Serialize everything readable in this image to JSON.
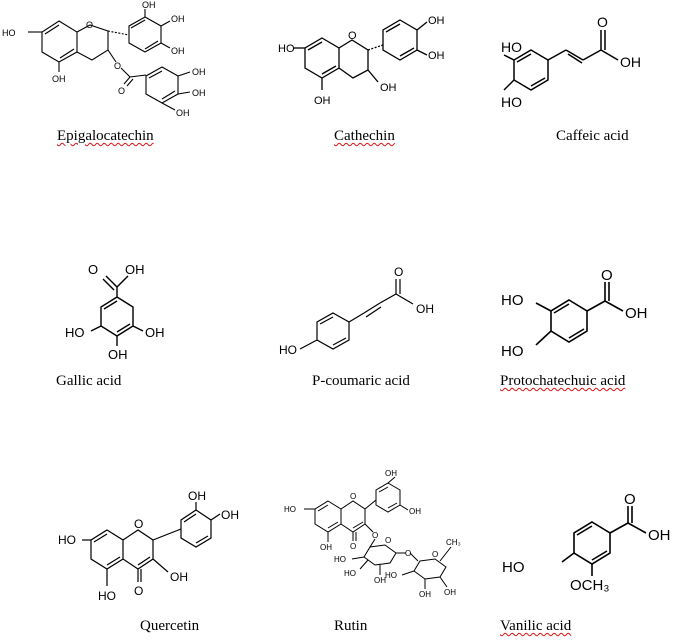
{
  "structures": [
    {
      "caption": "Epigalocatechin",
      "spellcheck": true,
      "atoms": {
        "ho_left": "HO",
        "oh_bottom": "OH",
        "ring_o": "O",
        "oh_top": "OH",
        "oh_upper_right": "OH",
        "oh_lower_right": "OH",
        "ester_o1": "O",
        "ester_o2": "O",
        "oh_g_top": "OH",
        "oh_g_mid": "OH",
        "oh_g_bottom": "OH"
      }
    },
    {
      "caption": "Cathechin",
      "spellcheck": true,
      "atoms": {
        "ho_left": "HO",
        "ring_o": "O",
        "oh_top": "OH",
        "oh_right": "OH",
        "oh_ring": "OH",
        "oh_bottom": "OH"
      }
    },
    {
      "caption": "Caffeic acid",
      "spellcheck": false,
      "atoms": {
        "ho_top": "HO",
        "ho_bottom": "HO",
        "carbonyl_o": "O",
        "oh": "OH"
      }
    },
    {
      "caption": "Gallic acid",
      "spellcheck": false,
      "atoms": {
        "carbonyl_o": "O",
        "oh_acid": "OH",
        "ho_left": "HO",
        "oh_right": "OH",
        "oh_bottom": "OH"
      }
    },
    {
      "caption": "P-coumaric acid",
      "spellcheck": false,
      "atoms": {
        "carbonyl_o": "O",
        "oh_acid": "OH",
        "ho": "HO"
      }
    },
    {
      "caption": "Protochatechuic acid",
      "spellcheck": true,
      "atoms": {
        "ho_top": "HO",
        "ho_bottom": "HO",
        "carbonyl_o": "O",
        "oh": "OH"
      }
    },
    {
      "caption": "Quercetin",
      "spellcheck": false,
      "atoms": {
        "oh_top": "OH",
        "oh_right": "OH",
        "ho_left": "HO",
        "ring_o": "O",
        "ho_bottom": "HO",
        "keto_o": "O",
        "oh_c3": "OH"
      }
    },
    {
      "caption": "Rutin",
      "spellcheck": false,
      "atoms": {
        "oh_top": "OH",
        "oh_right": "OH",
        "ho_left": "HO",
        "ring_o": "O",
        "oh_bottom": "OH",
        "keto_o": "O",
        "gly_o": "O",
        "sugar1_o": "O",
        "link_o": "O",
        "sugar2_o": "O",
        "methyl": "CH₃",
        "ho_s1a": "HO",
        "ho_s1b": "HO",
        "oh_s1c": "OH",
        "ho_s2a": "HO",
        "oh_s2b": "OH",
        "oh_s2c": "OH"
      }
    },
    {
      "caption": "Vanilic acid",
      "spellcheck": true,
      "atoms": {
        "carbonyl_o": "O",
        "oh": "OH",
        "ho": "HO",
        "methoxy": "OCH₃"
      }
    }
  ]
}
